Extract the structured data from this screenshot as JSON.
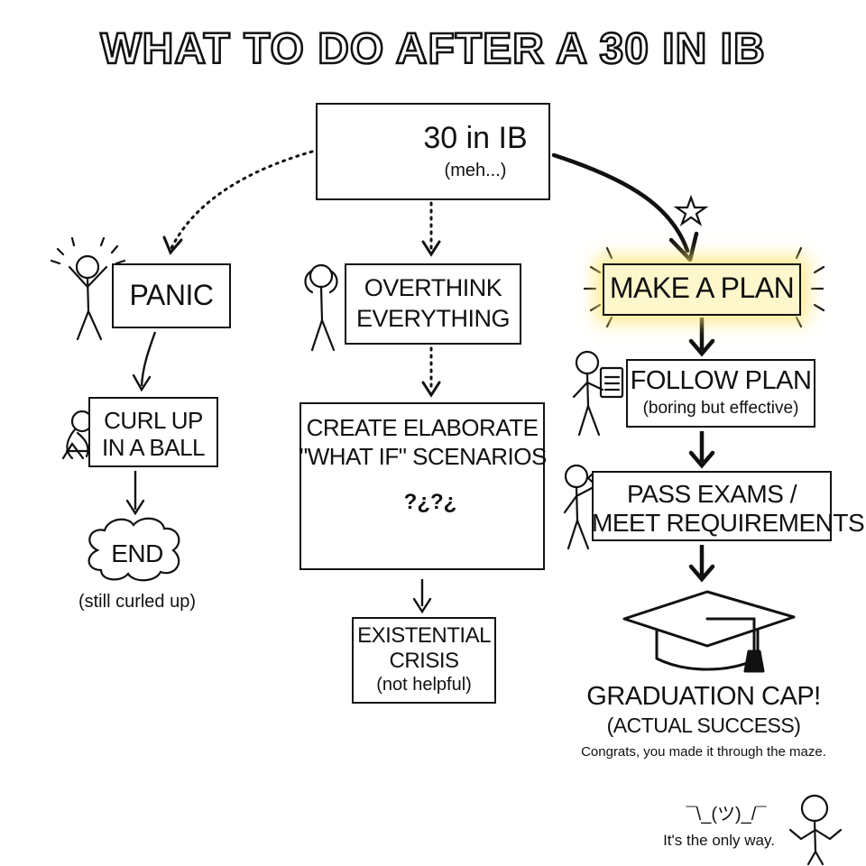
{
  "title": "WHAT TO DO AFTER A 30 IN IB",
  "start": {
    "label": "30 in IB",
    "sublabel": "(meh...)"
  },
  "left_path": {
    "panic": "PANIC",
    "curl": {
      "line1": "CURL UP",
      "line2": "IN A BALL"
    },
    "end": {
      "label": "END",
      "caption": "(still curled up)"
    }
  },
  "middle_path": {
    "overthink": {
      "line1": "OVERTHINK",
      "line2": "EVERYTHING"
    },
    "scenarios": {
      "line1": "CREATE ELABORATE",
      "line2": "\"WHAT IF\" SCENARIOS",
      "bubble": "?¿?¿"
    },
    "crisis": {
      "line1": "EXISTENTIAL",
      "line2": "CRISIS",
      "line3": "(not helpful)"
    }
  },
  "right_path": {
    "plan": "MAKE A PLAN",
    "follow": {
      "line1": "FOLLOW PLAN",
      "line2": "(boring but effective)"
    },
    "pass": {
      "line1": "PASS EXAMS /",
      "line2": "MEET REQUIREMENTS"
    },
    "graduation": {
      "line1": "GRADUATION CAP!",
      "line2": "(ACTUAL SUCCESS)",
      "caption": "Congrats, you made it through the maze."
    }
  },
  "footer": {
    "shrug": "¯\\_(ツ)_/¯",
    "caption": "It's the only way."
  },
  "colors": {
    "ink": "#111111",
    "highlight": "#fff7cc",
    "glow": "#ffe66e"
  }
}
